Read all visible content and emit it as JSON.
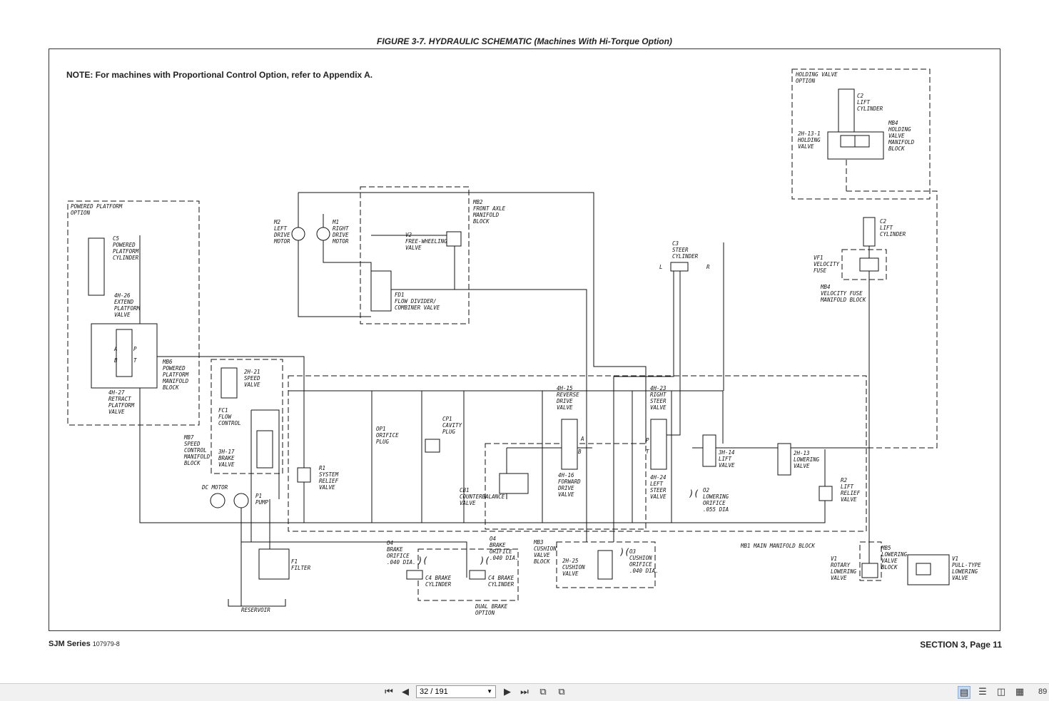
{
  "header": {
    "figure_title": "FIGURE 3-7.  HYDRAULIC SCHEMATIC (Machines With Hi-Torque Option)"
  },
  "note": "NOTE: For machines with Proportional Control Option, refer to Appendix A.",
  "footer": {
    "series": "SJM Series",
    "doc_number": "107979-8",
    "section": "SECTION 3, Page 11"
  },
  "schematic_labels": {
    "holding_valve_option": [
      "HOLDING VALVE",
      "OPTION"
    ],
    "c2_lift_cyl_top": [
      "C2",
      "LIFT",
      "CYLINDER"
    ],
    "hv_2h13": [
      "2H-13-1",
      "HOLDING",
      "VALVE"
    ],
    "mb4_top": [
      "MB4",
      "HOLDING",
      "VALVE",
      "MANIFOLD",
      "BLOCK"
    ],
    "powered_platform_option": [
      "POWERED PLATFORM",
      "OPTION"
    ],
    "c5": [
      "C5",
      "POWERED",
      "PLATFORM",
      "CYLINDER"
    ],
    "v4h26": [
      "4H-26",
      "EXTEND",
      "PLATFORM",
      "VALVE"
    ],
    "v4h27": [
      "4H-27",
      "RETRACT",
      "PLATFORM",
      "VALVE"
    ],
    "mb6": [
      "MB6",
      "POWERED",
      "PLATFORM",
      "MANIFOLD",
      "BLOCK"
    ],
    "m2": [
      "M2",
      "LEFT",
      "DRIVE",
      "MOTOR"
    ],
    "m1": [
      "M1",
      "RIGHT",
      "DRIVE",
      "MOTOR"
    ],
    "v2": [
      "V2",
      "FREE-WHEELING",
      "VALVE"
    ],
    "mb2": [
      "MB2",
      "FRONT AXLE",
      "MANIFOLD",
      "BLOCK"
    ],
    "fd1": [
      "FD1",
      "FLOW DIVIDER/",
      "COMBINER VALVE"
    ],
    "c3": [
      "C3",
      "STEER",
      "CYLINDER"
    ],
    "steer_l": "L",
    "steer_r": "R",
    "c2_lift_cyl_mid": [
      "C2",
      "LIFT",
      "CYLINDER"
    ],
    "vf1": [
      "VF1",
      "VELOCITY",
      "FUSE"
    ],
    "mb4_mid": [
      "MB4",
      "VELOCITY FUSE",
      "MANIFOLD BLOCK"
    ],
    "v2h21": [
      "2H-21",
      "SPEED",
      "VALVE"
    ],
    "fc1": [
      "FC1",
      "FLOW",
      "CONTROL"
    ],
    "mb7": [
      "MB7",
      "SPEED",
      "CONTROL",
      "MANIFOLD",
      "BLOCK"
    ],
    "v3h17": [
      "3H-17",
      "BRAKE",
      "VALVE"
    ],
    "op1": [
      "OP1",
      "ORIFICE",
      "PLUG"
    ],
    "cp1": [
      "CP1",
      "CAVITY",
      "PLUG"
    ],
    "v4h15": [
      "4H-15",
      "REVERSE",
      "DRIVE",
      "VALVE"
    ],
    "v4h16": [
      "4H-16",
      "FORWARD",
      "DRIVE",
      "VALVE"
    ],
    "cb1": [
      "CB1",
      "COUNTERBALANCE",
      "VALVE"
    ],
    "v4h23": [
      "4H-23",
      "RIGHT",
      "STEER",
      "VALVE"
    ],
    "v4h24": [
      "4H-24",
      "LEFT",
      "STEER",
      "VALVE"
    ],
    "v3h14": [
      "3H-14",
      "LIFT",
      "VALVE"
    ],
    "v2h13": [
      "2H-13",
      "LOWERING",
      "VALVE"
    ],
    "o2": [
      "O2",
      "LOWERING",
      "ORIFICE",
      ".055 DIA"
    ],
    "r2": [
      "R2",
      "LIFT",
      "RELIEF",
      "VALVE"
    ],
    "r1": [
      "R1",
      "SYSTEM",
      "RELIEF",
      "VALVE"
    ],
    "dc_motor": "DC MOTOR",
    "p1": [
      "P1",
      "PUMP"
    ],
    "f1": [
      "F1",
      "FILTER"
    ],
    "reservoir": "RESERVOIR",
    "o4_left": [
      "O4",
      "BRAKE",
      "ORIFICE",
      ".040 DIA."
    ],
    "o4_right": [
      "O4",
      "BRAKE",
      "ORIFICE",
      ".040 DIA."
    ],
    "c4_left": [
      "C4 BRAKE",
      "CYLINDER"
    ],
    "c4_right": [
      "C4 BRAKE",
      "CYLINDER"
    ],
    "dual_brake": [
      "DUAL BRAKE",
      "OPTION"
    ],
    "mb3": [
      "MB3",
      "CUSHION",
      "VALVE",
      "BLOCK"
    ],
    "v2h25": [
      "2H-25",
      "CUSHION",
      "VALVE"
    ],
    "o3": [
      "O3",
      "CUSHION",
      "ORIFICE",
      ".040 DIA."
    ],
    "mb1": "MB1  MAIN MANIFOLD BLOCK",
    "v1_rotary": [
      "V1",
      "ROTARY",
      "LOWERING",
      "VALVE"
    ],
    "mb5": [
      "MB5",
      "LOWERING",
      "VALVE",
      "BLOCK"
    ],
    "v1_pull": [
      "V1",
      "PULL-TYPE",
      "LOWERING",
      "VALVE"
    ],
    "port_a": "A",
    "port_b": "B",
    "port_p": "P",
    "port_t": "T"
  },
  "viewer": {
    "page_current": "32 / 191",
    "zoom": "89"
  }
}
